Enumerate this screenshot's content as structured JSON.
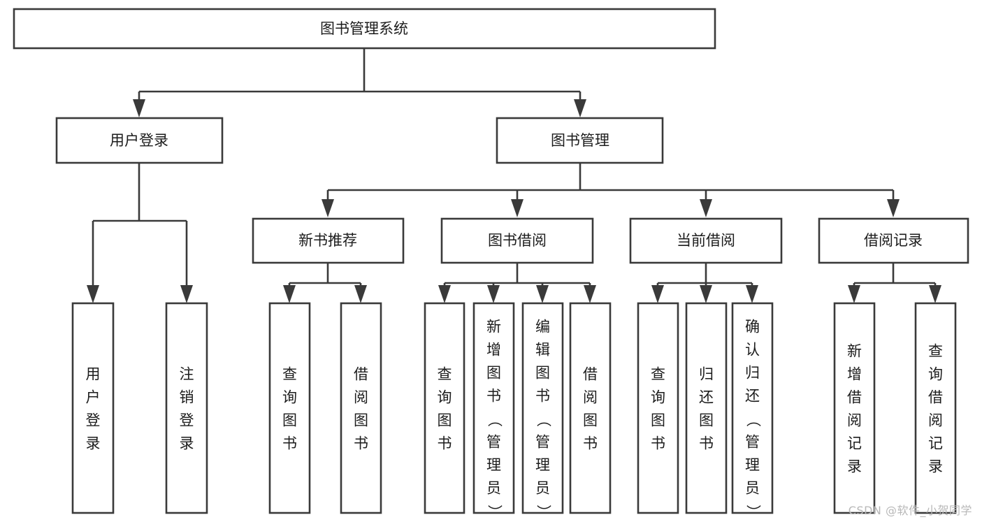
{
  "diagram": {
    "type": "tree-hierarchy",
    "title": "图书管理系统",
    "watermark": "CSDN @软件_小贺同学",
    "colors": {
      "stroke": "#3a3a3a",
      "box_fill": "#ffffff",
      "text": "#1c1c1c",
      "watermark": "#b8b8b8",
      "background": "#ffffff"
    },
    "levels": [
      {
        "level": 1,
        "nodes": [
          {
            "id": "root",
            "label": "图书管理系统",
            "orientation": "horizontal"
          }
        ]
      },
      {
        "level": 2,
        "nodes": [
          {
            "id": "user-login",
            "label": "用户登录",
            "orientation": "horizontal",
            "parent": "root"
          },
          {
            "id": "book-manage",
            "label": "图书管理",
            "orientation": "horizontal",
            "parent": "root"
          }
        ]
      },
      {
        "level": 3,
        "nodes": [
          {
            "id": "new-book-rec",
            "label": "新书推荐",
            "orientation": "horizontal",
            "parent": "book-manage"
          },
          {
            "id": "book-borrow",
            "label": "图书借阅",
            "orientation": "horizontal",
            "parent": "book-manage"
          },
          {
            "id": "current-borrow",
            "label": "当前借阅",
            "orientation": "horizontal",
            "parent": "book-manage"
          },
          {
            "id": "borrow-record",
            "label": "借阅记录",
            "orientation": "horizontal",
            "parent": "book-manage"
          }
        ]
      },
      {
        "level": 4,
        "nodes": [
          {
            "id": "leaf-user-login",
            "label": "用户登录",
            "orientation": "vertical",
            "parent": "user-login"
          },
          {
            "id": "leaf-logout",
            "label": "注销登录",
            "orientation": "vertical",
            "parent": "user-login"
          },
          {
            "id": "leaf-query-book-1",
            "label": "查询图书",
            "orientation": "vertical",
            "parent": "new-book-rec"
          },
          {
            "id": "leaf-borrow-book-1",
            "label": "借阅图书",
            "orientation": "vertical",
            "parent": "new-book-rec"
          },
          {
            "id": "leaf-query-book-2",
            "label": "查询图书",
            "orientation": "vertical",
            "parent": "book-borrow"
          },
          {
            "id": "leaf-add-book",
            "label": "新增图书（管理员）",
            "orientation": "vertical",
            "parent": "book-borrow"
          },
          {
            "id": "leaf-edit-book",
            "label": "编辑图书（管理员）",
            "orientation": "vertical",
            "parent": "book-borrow"
          },
          {
            "id": "leaf-borrow-book-2",
            "label": "借阅图书",
            "orientation": "vertical",
            "parent": "book-borrow"
          },
          {
            "id": "leaf-query-book-3",
            "label": "查询图书",
            "orientation": "vertical",
            "parent": "current-borrow"
          },
          {
            "id": "leaf-return-book",
            "label": "归还图书",
            "orientation": "vertical",
            "parent": "current-borrow"
          },
          {
            "id": "leaf-confirm-return",
            "label": "确认归还（管理员）",
            "orientation": "vertical",
            "parent": "current-borrow"
          },
          {
            "id": "leaf-add-record",
            "label": "新增借阅记录",
            "orientation": "vertical",
            "parent": "borrow-record"
          },
          {
            "id": "leaf-query-record",
            "label": "查询借阅记录",
            "orientation": "vertical",
            "parent": "borrow-record"
          }
        ]
      }
    ]
  }
}
